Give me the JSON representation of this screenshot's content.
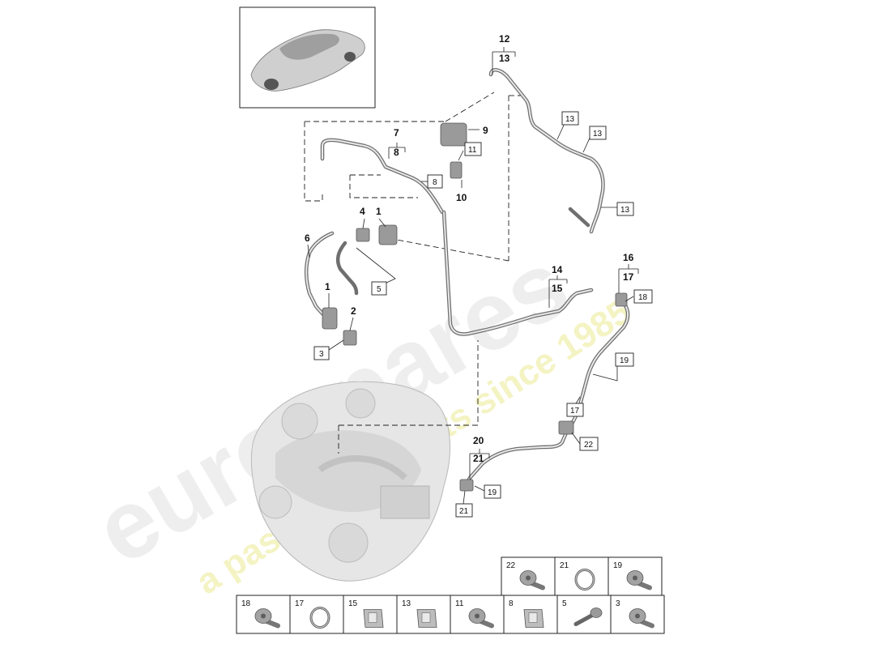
{
  "watermark": {
    "brand": "eurospares",
    "tagline": "a passion for parts since 1985"
  },
  "callouts": {
    "c1a": "1",
    "c1b": "1",
    "c2": "2",
    "c3": "3",
    "c4": "4",
    "c5": "5",
    "c6": "6",
    "c7": "7",
    "c8": "8",
    "c8box": "8",
    "c9": "9",
    "c10": "10",
    "c11box": "11",
    "c12": "12",
    "c13": "13",
    "c13box1": "13",
    "c13box2": "13",
    "c13box3": "13",
    "c14": "14",
    "c15": "15",
    "c16": "16",
    "c17": "17",
    "c17box": "17",
    "c18box": "18",
    "c19box1": "19",
    "c19box2": "19",
    "c20": "20",
    "c21": "21",
    "c21box": "21",
    "c22box": "22"
  },
  "legend": {
    "top_row": [
      {
        "num": "22",
        "icon": "bolt-icon"
      },
      {
        "num": "21",
        "icon": "seal-ring-icon"
      },
      {
        "num": "19",
        "icon": "bolt-icon"
      }
    ],
    "bottom_row": [
      {
        "num": "18",
        "icon": "bolt-icon"
      },
      {
        "num": "17",
        "icon": "seal-ring-icon"
      },
      {
        "num": "15",
        "icon": "clip-icon"
      },
      {
        "num": "13",
        "icon": "clip-icon"
      },
      {
        "num": "11",
        "icon": "bolt-icon"
      },
      {
        "num": "8",
        "icon": "clip-icon"
      },
      {
        "num": "5",
        "icon": "screw-icon"
      },
      {
        "num": "3",
        "icon": "bolt-icon"
      }
    ]
  }
}
